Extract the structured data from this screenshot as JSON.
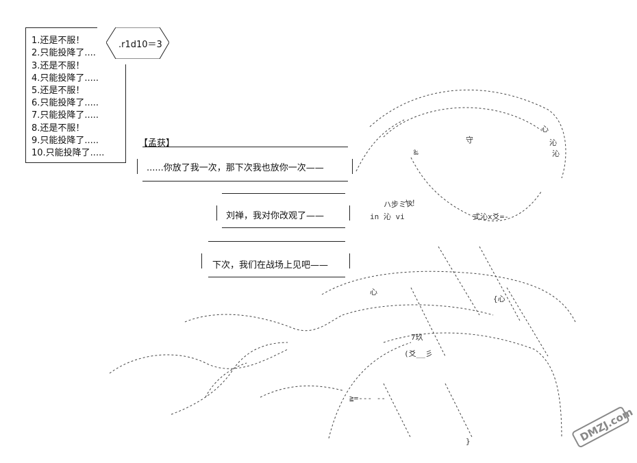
{
  "dice": {
    "roll_text": ".r1d10＝3"
  },
  "list": {
    "items": [
      "1.还是不服！",
      "2.只能投降了....",
      "3.还是不服！",
      "4.只能投降了.....",
      "5.还是不服！",
      "6.只能投降了.....",
      "7.只能投降了.....",
      "8.还是不服！",
      "9.只能投降了.....",
      "10.只能投降了....."
    ]
  },
  "speaker": {
    "name": "【孟获】"
  },
  "dialogue": {
    "line1": "......你放了我一次，那下次我也放你一次——",
    "line2": "刘禅，我对你改观了——",
    "line3": "下次，我们在战场上见吧——"
  },
  "watermark": {
    "text": "DMZJ.com"
  },
  "colors": {
    "ink": "#222222",
    "background": "#ffffff",
    "watermark": "#888888"
  }
}
